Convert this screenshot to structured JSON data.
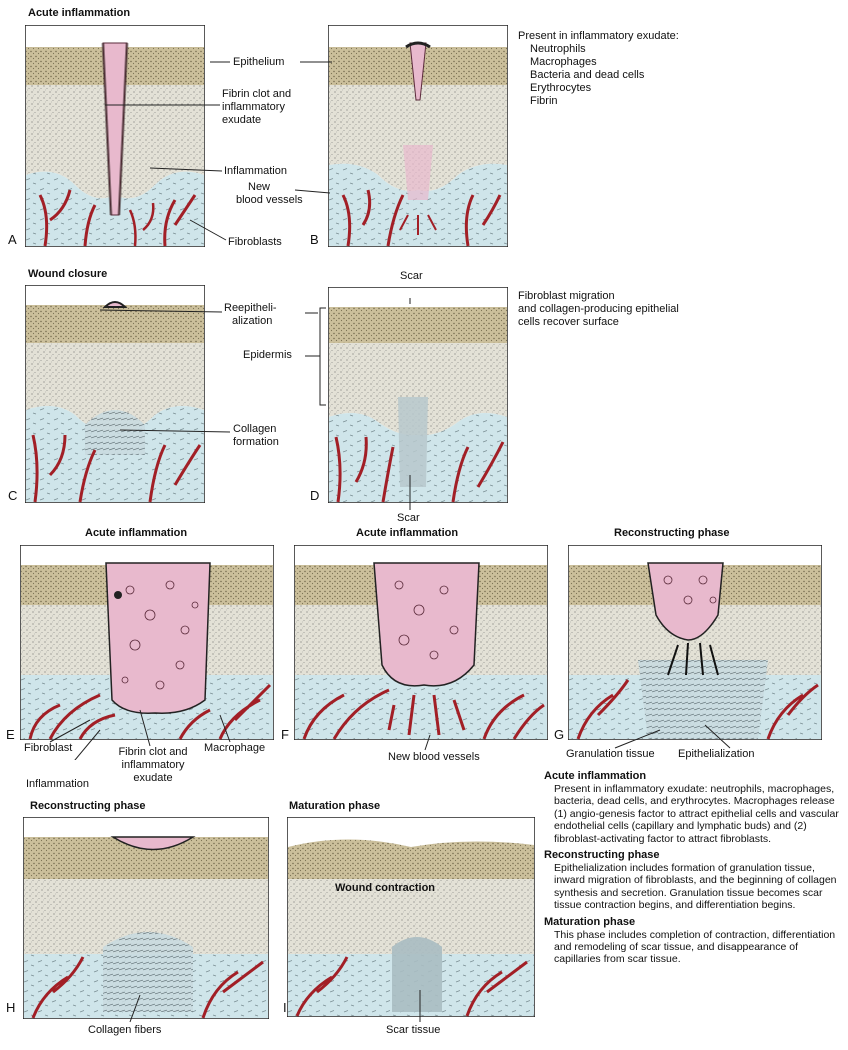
{
  "colors": {
    "epithelium": "#cbbf9b",
    "epidermis": "#e3e1d6",
    "dermis": "#cfe5ea",
    "clot": "#e8b9cd",
    "vessel": "#a21f26",
    "outline": "#222222"
  },
  "headings": {
    "acute_top": "Acute inflammation",
    "wound_closure": "Wound closure",
    "acute_e": "Acute inflammation",
    "acute_f": "Acute inflammation",
    "reconstructing_g": "Reconstructing phase",
    "reconstructing_h": "Reconstructing phase",
    "maturation_i": "Maturation phase"
  },
  "panel_letters": {
    "a": "A",
    "b": "B",
    "c": "C",
    "d": "D",
    "e": "E",
    "f": "F",
    "g": "G",
    "h": "H",
    "i": "I"
  },
  "labels_ab": {
    "epithelium": "Epithelium",
    "fibrin_clot": "Fibrin clot and",
    "fibrin_clot2": "inflammatory",
    "fibrin_clot3": "exudate",
    "inflammation": "Inflammation",
    "new_vessels": "New",
    "new_vessels2": "blood vessels",
    "fibroblasts": "Fibroblasts"
  },
  "exudate_list": {
    "title": "Present in inflammatory exudate:",
    "items": [
      "Neutrophils",
      "Macrophages",
      "Bacteria and dead cells",
      "Erythrocytes",
      "Fibrin"
    ]
  },
  "labels_cd": {
    "reepi": "Reepitheli-",
    "reepi2": "alization",
    "epidermis": "Epidermis",
    "collagen": "Collagen",
    "collagen2": "formation",
    "scar_top": "Scar",
    "scar_bottom": "Scar"
  },
  "fibroblast_note": {
    "line1": "Fibroblast migration",
    "line2": "and collagen-producing epithelial",
    "line3": "cells recover surface"
  },
  "labels_efg": {
    "fibroblast": "Fibroblast",
    "inflammation": "Inflammation",
    "fibrin": "Fibrin clot and",
    "fibrin2": "inflammatory",
    "fibrin3": "exudate",
    "macrophage": "Macrophage",
    "new_vessels": "New blood vessels",
    "granulation": "Granulation tissue",
    "epithelialization": "Epithelialization"
  },
  "labels_hi": {
    "wound_contraction": "Wound contraction",
    "collagen_fibers": "Collagen fibers",
    "scar_tissue": "Scar tissue"
  },
  "description": {
    "acute_title": "Acute inflammation",
    "acute_text": "Present in inflammatory exudate: neutrophils, macrophages, bacteria, dead cells, and erythrocytes. Macrophages release (1) angio-genesis factor to attract epithelial cells and vascular endothelial cells (capillary and lymphatic buds) and (2) fibroblast-activating factor to attract fibroblasts.",
    "recon_title": "Reconstructing phase",
    "recon_text": "Epithelialization includes formation of granulation tissue, inward migration of fibroblasts, and the beginning of collagen synthesis and secretion. Granulation tissue becomes scar tissue contraction begins, and differentiation begins.",
    "mat_title": "Maturation phase",
    "mat_text": "This phase includes completion of contraction, differentiation and remodeling of scar tissue, and disappearance of capillaries from scar tissue."
  }
}
